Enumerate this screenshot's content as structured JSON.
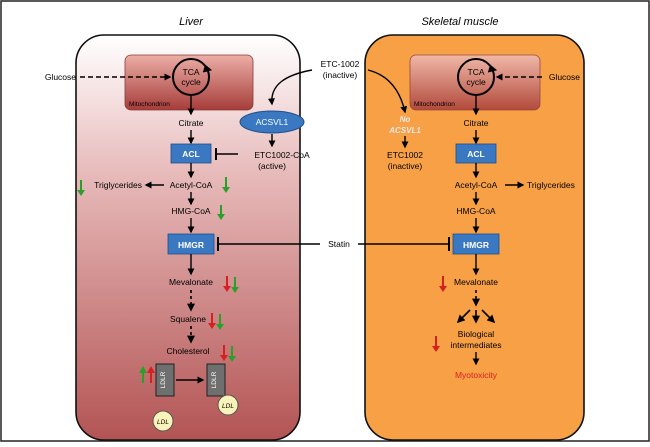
{
  "panels": {
    "liver": {
      "title": "Liver"
    },
    "muscle": {
      "title": "Skeletal muscle"
    }
  },
  "labels": {
    "glucose": "Glucose",
    "tca_cycle_line1": "TCA",
    "tca_cycle_line2": "cycle",
    "mitochondrion": "Mitochondrion",
    "citrate": "Citrate",
    "acl": "ACL",
    "acetyl_coa": "Acetyl-CoA",
    "triglycerides": "Triglycerides",
    "hmg_coa": "HMG-CoA",
    "hmgr": "HMGR",
    "mevalonate": "Mevalonate",
    "squalene": "Squalene",
    "cholesterol": "Cholesterol",
    "ldlr": "LDLR",
    "ldl": "LDL",
    "etc1002_line1": "ETC-1002",
    "etc1002_line2": "(inactive)",
    "acsvl1": "ACSVL1",
    "etc_coa_line1": "ETC1002-CoA",
    "etc_coa_line2": "(active)",
    "no_acsvl1_line1": "No",
    "no_acsvl1_line2": "ACSVL1",
    "etc_muscle_line1": "ETC1002",
    "etc_muscle_line2": "(inactive)",
    "statin": "Statin",
    "bio_line1": "Biological",
    "bio_line2": "intermediates",
    "myotoxicity": "Myotoxicity"
  },
  "colors": {
    "muscle_fill": "#f7a045",
    "liver_top": "#ffffff",
    "liver_bottom": "#b85a5a",
    "mito_top": "#e7a39a",
    "mito_bottom": "#a8403d",
    "enzyme_fill": "#3a78c2",
    "arrow_up_green": "#2aa02a",
    "arrow_down_red": "#d62020",
    "myotoxicity": "#e02020",
    "ldl_fill": "#f8f3b8"
  }
}
